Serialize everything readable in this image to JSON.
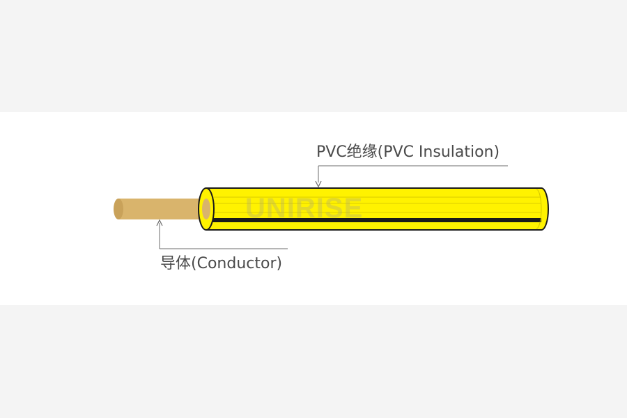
{
  "labels": {
    "insulation": "PVC绝缘(PVC Insulation)",
    "conductor": "导体(Conductor)"
  },
  "watermark": "UNIRISE",
  "colors": {
    "background": "#f4f4f4",
    "band": "#ffffff",
    "insulation": "#fff200",
    "conductor": "#d9b46c",
    "outline": "#1a1a1a",
    "leader_line": "#6b6b6b",
    "label_text": "#4a4a4a"
  }
}
